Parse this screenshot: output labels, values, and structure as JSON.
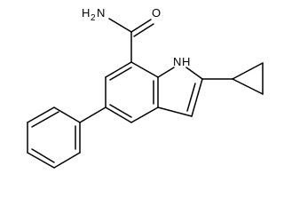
{
  "molecule": {
    "labels": {
      "amide_nh2_main": "H",
      "amide_nh2_sub": "2",
      "amide_nh2_n": "N",
      "carbonyl_o": "O",
      "indole_n": "N",
      "indole_h": "H"
    },
    "bonds_color": "#000000"
  }
}
